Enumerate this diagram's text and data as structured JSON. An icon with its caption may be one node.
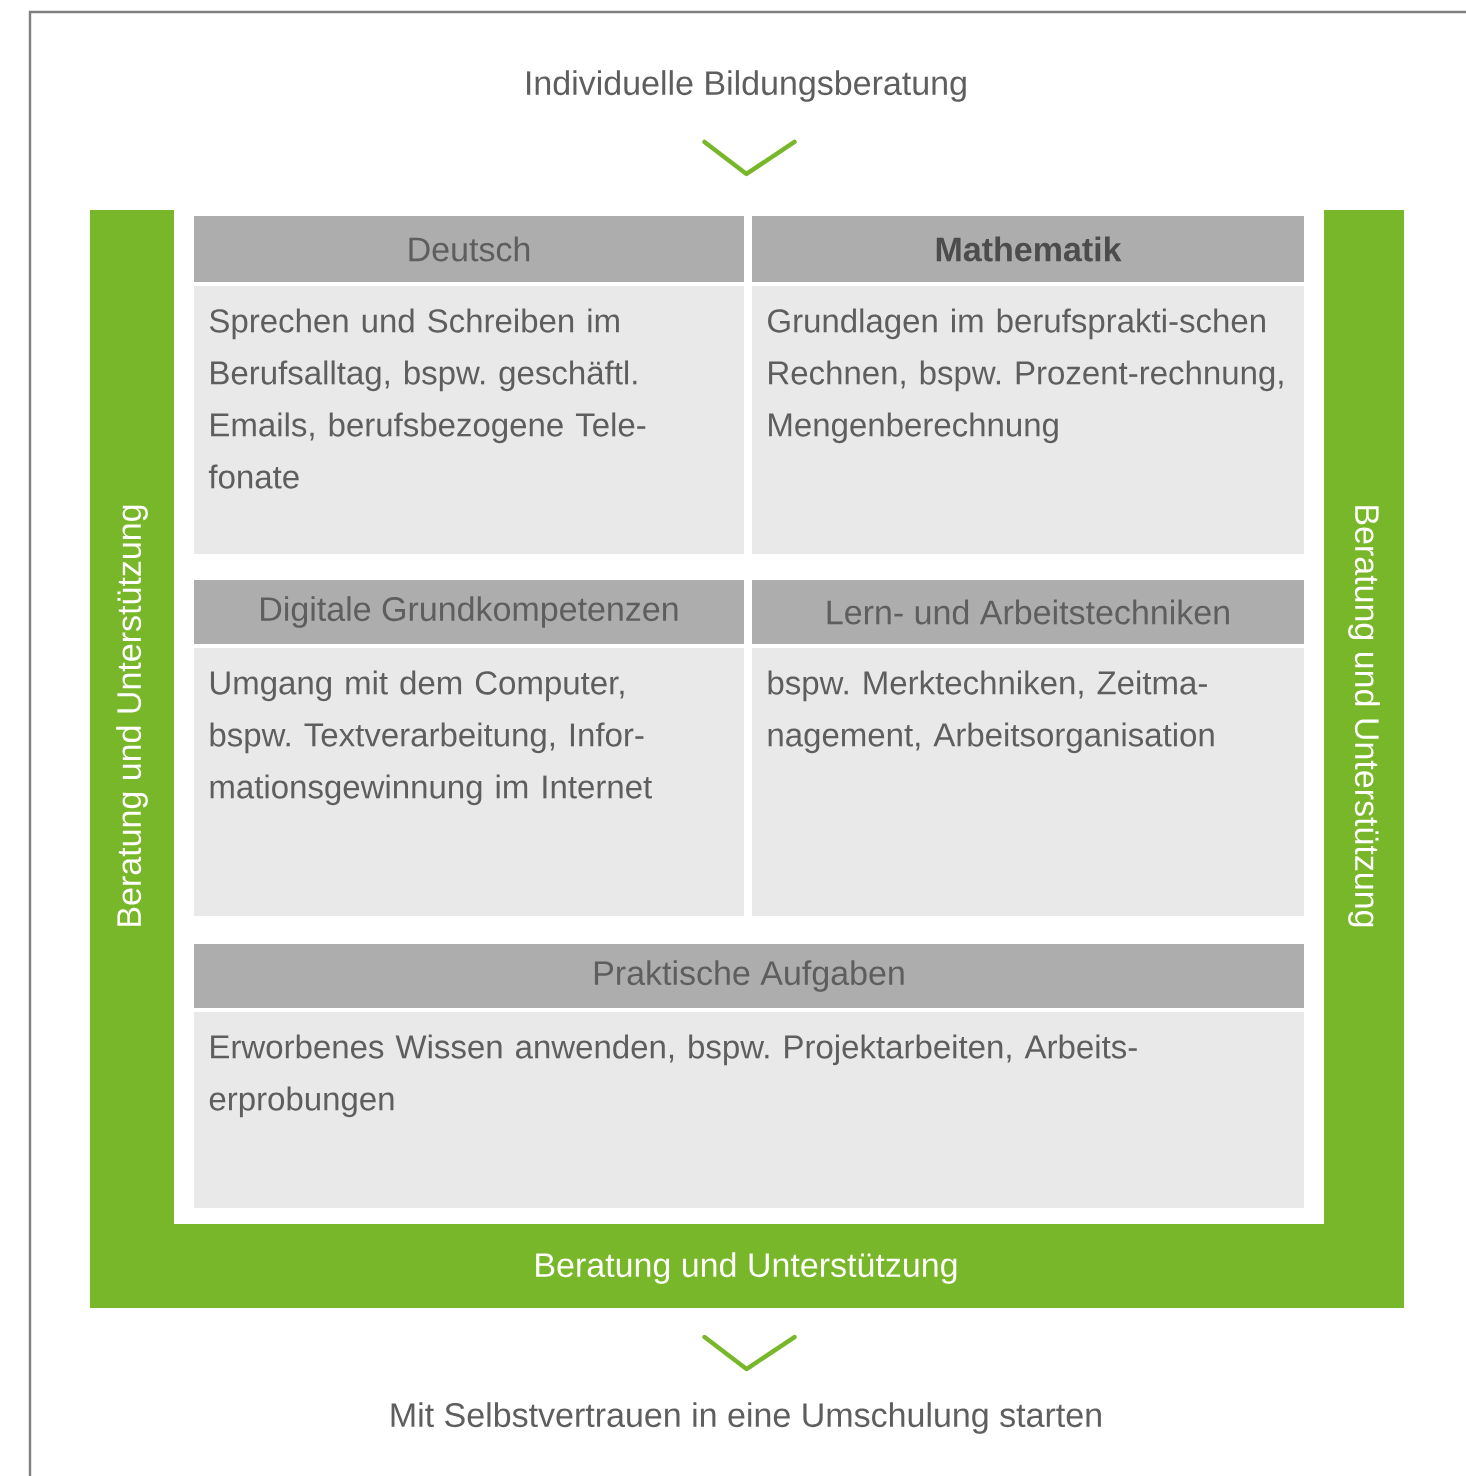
{
  "diagram": {
    "nodes": [
      {
        "text": [
          "Individuelle Bildungsberatung"
        ]
      },
      {
        "text": [
          "Beratung und Unterstützung",
          "Beratung und Unterstützung",
          "Beratung und Unterstützung"
        ]
      },
      {
        "text": [
          "Deutsch",
          "Sprechen und Schreiben im Berufsalltag, bspw. geschäftl. Emails, berufsbezogene Tele-fonate"
        ],
        "in": 1
      },
      {
        "text": [
          "Mathematik",
          "Grundlagen im berufsprakti-schen Rechnen, bspw. Prozent-rechnung, Mengenberechnung"
        ],
        "in": 1
      },
      {
        "text": [
          "Digitale Grundkompetenzen",
          "Umgang mit dem Computer, bspw. Textverarbeitung, Infor-mationsgewinnung im Internet"
        ],
        "in": 1
      },
      {
        "text": [
          "Lern- und Arbeitstechniken",
          "bspw. Merktechniken, Zeitma-nagement, Arbeitsorganisation"
        ],
        "in": 1
      },
      {
        "text": [
          "Praktische Aufgaben",
          "Erworbenes Wissen anwenden, bspw. Projektarbeiten, Arbeits-erprobungen"
        ],
        "in": 1
      },
      {
        "text": [
          "Mit Selbstvertrauen in eine Umschulung starten"
        ]
      }
    ],
    "edges": [
      {
        "from": 0,
        "to": 1,
        "arrow": "to"
      },
      {
        "from": 1,
        "to": 7,
        "arrow": "to"
      }
    ]
  }
}
